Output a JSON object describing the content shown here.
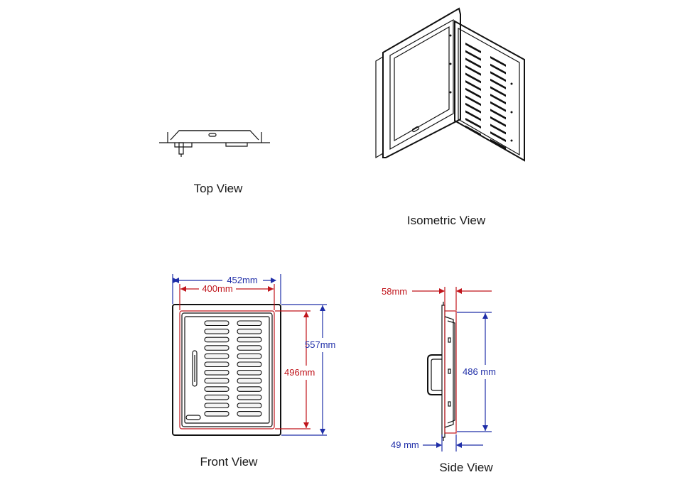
{
  "views": {
    "top": {
      "caption": "Top View"
    },
    "isometric": {
      "caption": "Isometric View"
    },
    "front": {
      "caption": "Front View",
      "dim_outer_width": "452mm",
      "dim_inner_width": "400mm",
      "dim_outer_height": "557mm",
      "dim_inner_height": "496mm"
    },
    "side": {
      "caption": "Side View",
      "dim_top_depth": "58mm",
      "dim_height": "486 mm",
      "dim_bottom_depth": "49 mm"
    }
  },
  "colors": {
    "blue_dimension": "#1f2ea8",
    "red_dimension": "#c0141b",
    "line": "#111111"
  },
  "louvers_per_column": 12
}
